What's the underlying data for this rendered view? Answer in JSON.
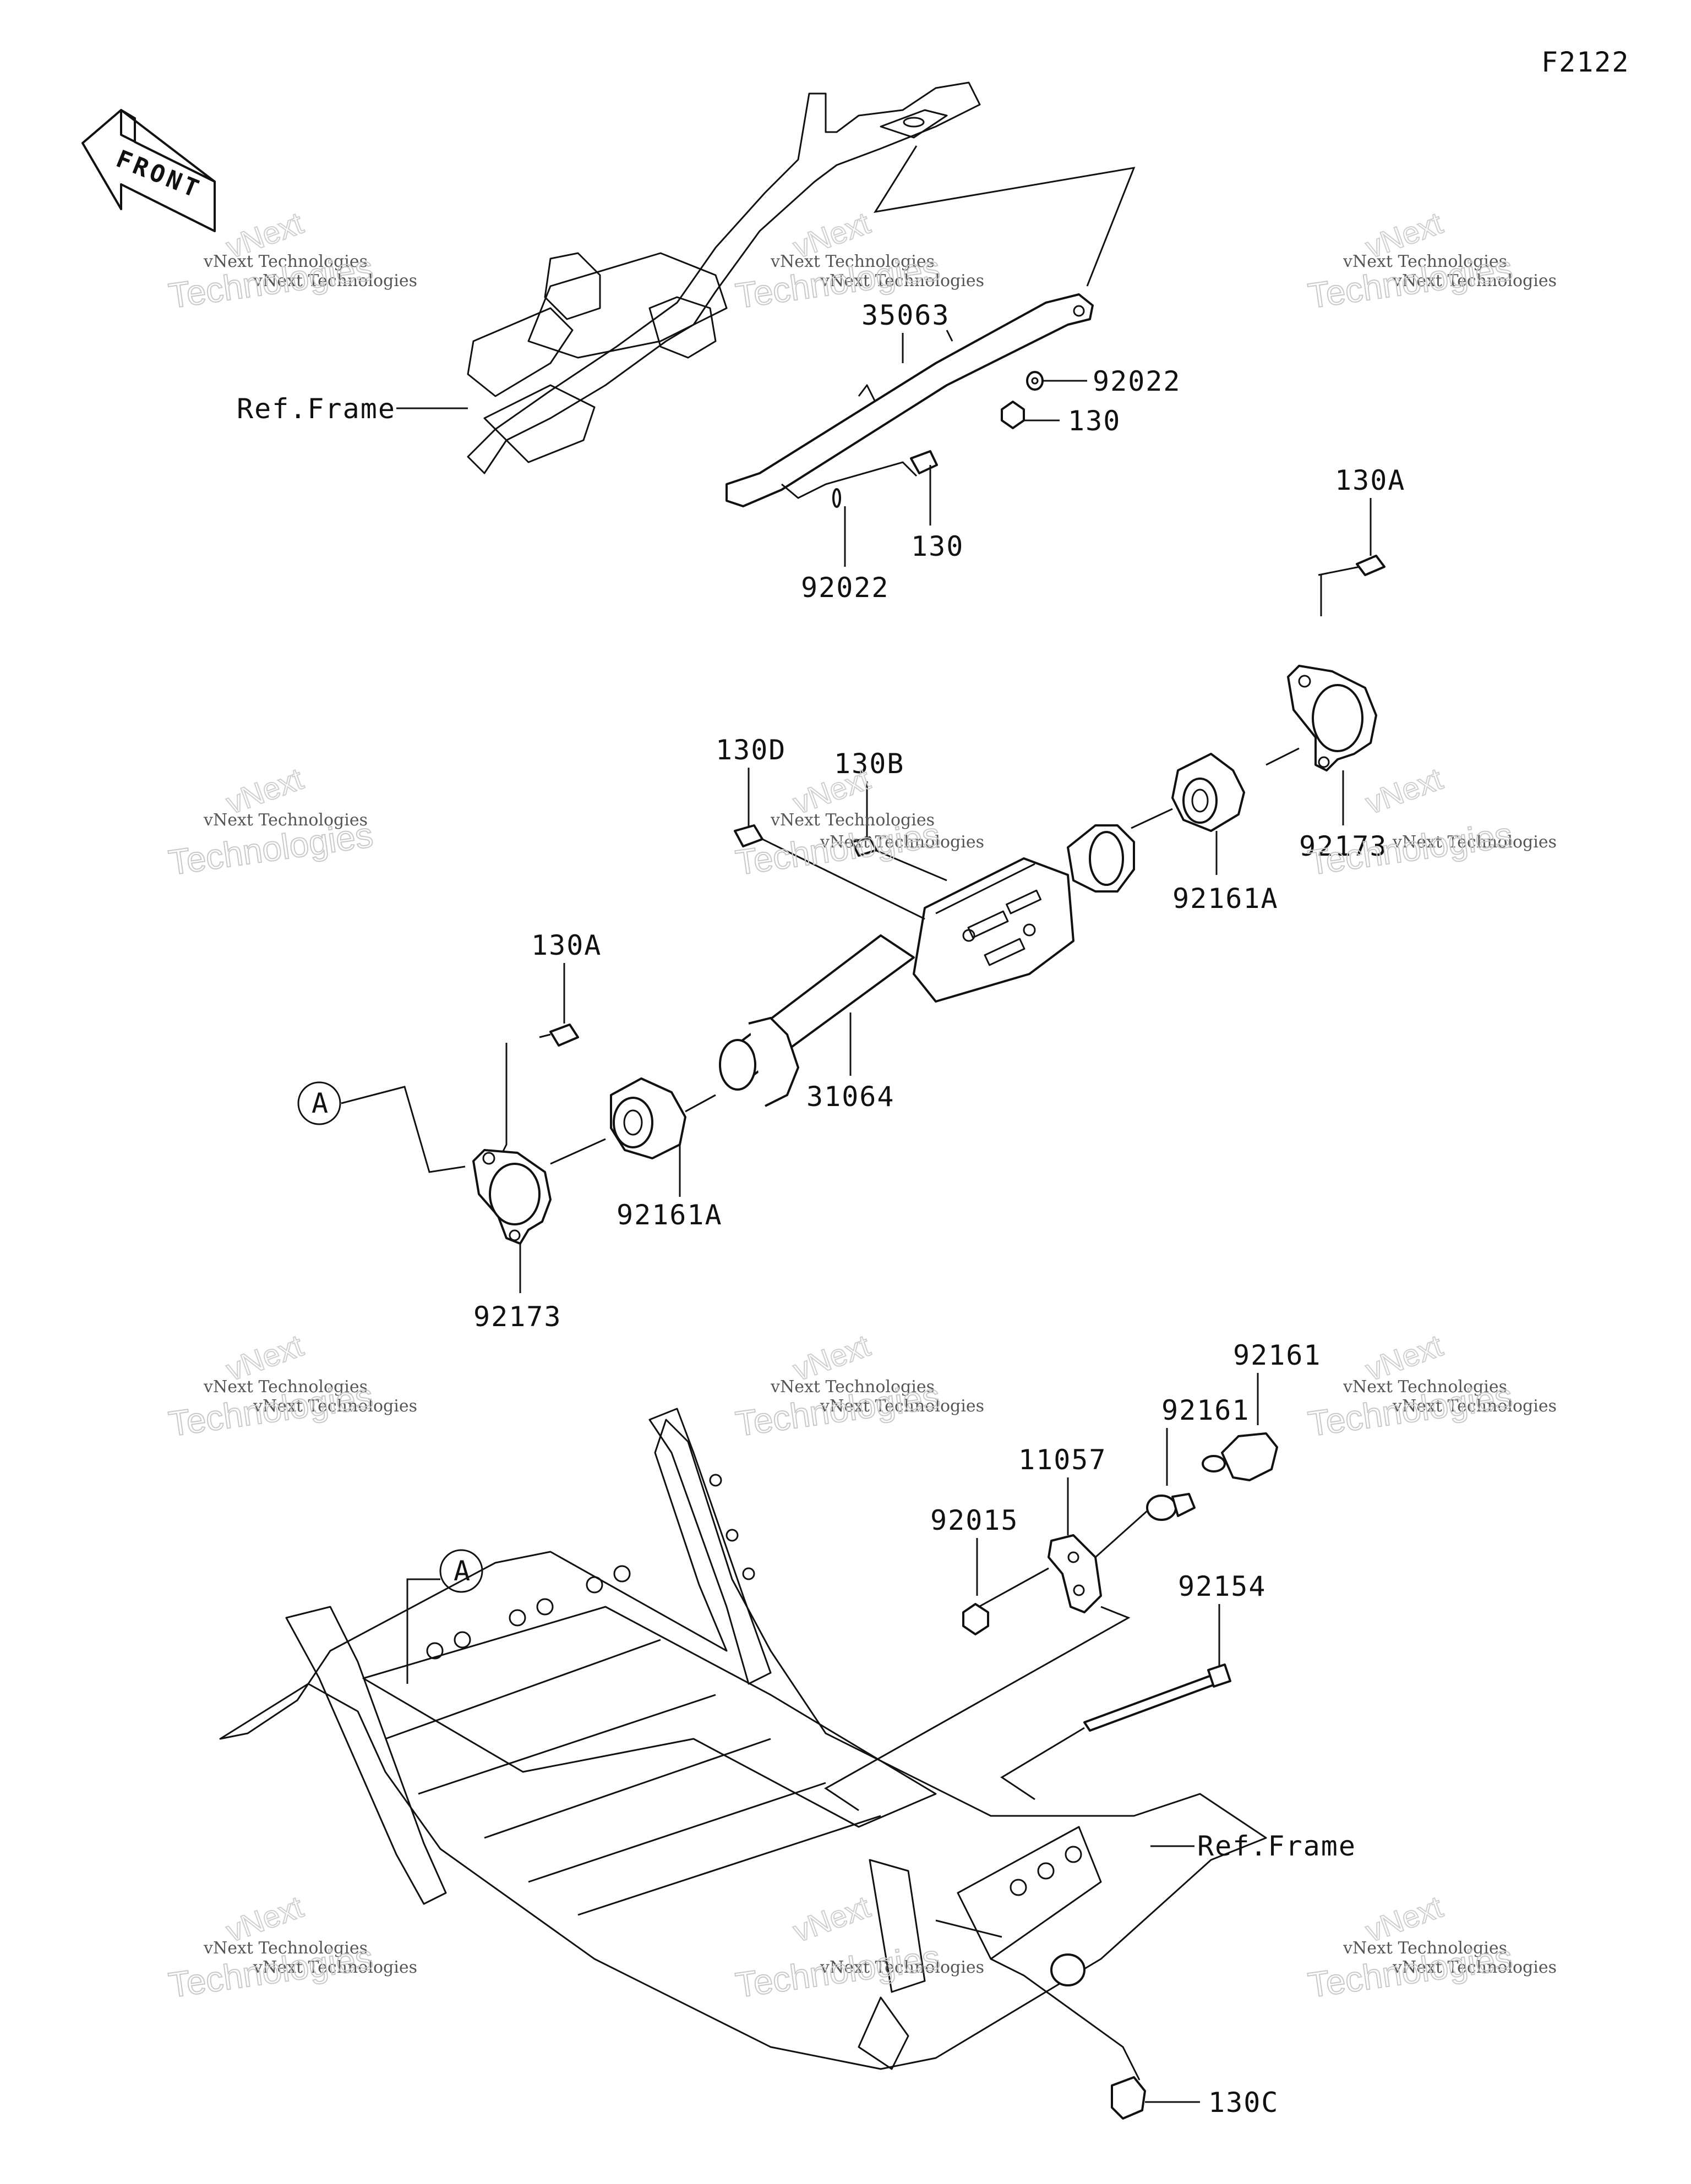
{
  "figure_code": "F2122",
  "front_label": "FRONT",
  "watermark": {
    "line1": "vNext Technologies",
    "line2": "Technologies",
    "logo": "vNext"
  },
  "refs": {
    "frame_top": "Ref.Frame",
    "frame_bottom": "Ref.Frame",
    "circle_a": "A"
  },
  "parts": {
    "p35063": "35063",
    "p92022_right": "92022",
    "p130_right": "130",
    "p130_bottom": "130",
    "p92022_bottom": "92022",
    "p130A_right": "130A",
    "p130D": "130D",
    "p130B": "130B",
    "p92161A_right": "92161A",
    "p92173_right": "92173",
    "p130A_left": "130A",
    "p31064": "31064",
    "p92161A_left": "92161A",
    "p92173_left": "92173",
    "p92161_top": "92161",
    "p92161_mid": "92161",
    "p11057": "11057",
    "p92015": "92015",
    "p92154": "92154",
    "p130C": "130C"
  }
}
